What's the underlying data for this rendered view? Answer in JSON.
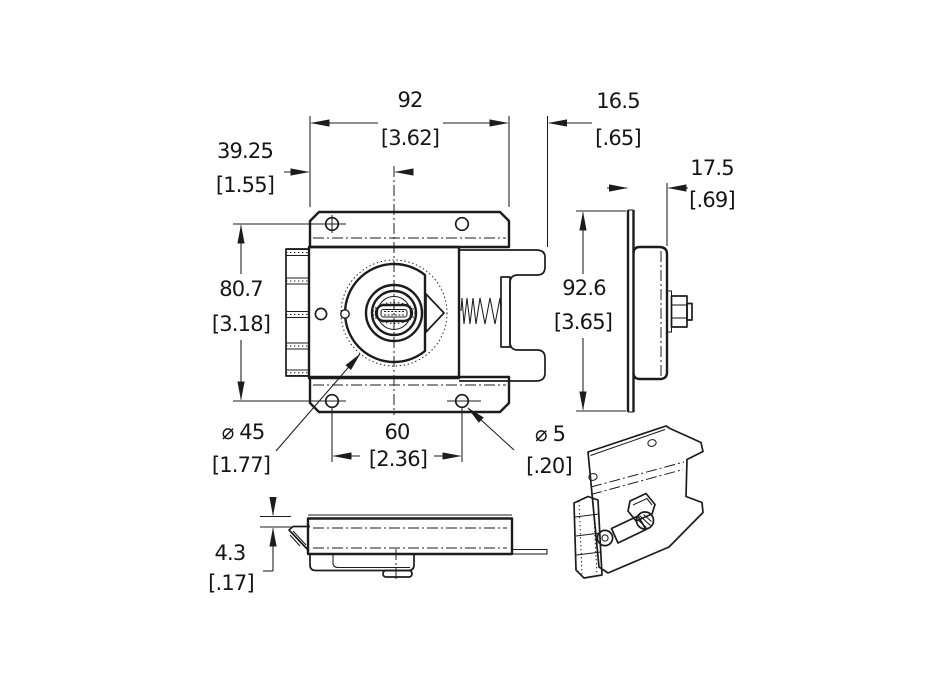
{
  "drawing": {
    "colors": {
      "line": "#1c1c1c",
      "background": "#ffffff"
    },
    "dimensions": {
      "flange_width": {
        "mm": "92",
        "inch": "[3.62]"
      },
      "center_offset": {
        "mm": "39.25",
        "inch": "[1.55]"
      },
      "hook_extension": {
        "mm": "16.5",
        "inch": "[.65]"
      },
      "body_depth": {
        "mm": "17.5",
        "inch": "[.69]"
      },
      "bracket_height": {
        "mm": "92.6",
        "inch": "[3.65]"
      },
      "mount_hole_span_v": {
        "mm": "80.7",
        "inch": "[3.18]"
      },
      "mount_hole_span_h": {
        "mm": "60",
        "inch": "[2.36]"
      },
      "cam_diameter": {
        "mm": "⌀ 45",
        "inch": "[1.77]"
      },
      "mount_hole_diameter": {
        "mm": "⌀ 5",
        "inch": "[.20]"
      },
      "latch_lip_offset": {
        "mm": "4.3",
        "inch": "[.17]"
      }
    }
  }
}
